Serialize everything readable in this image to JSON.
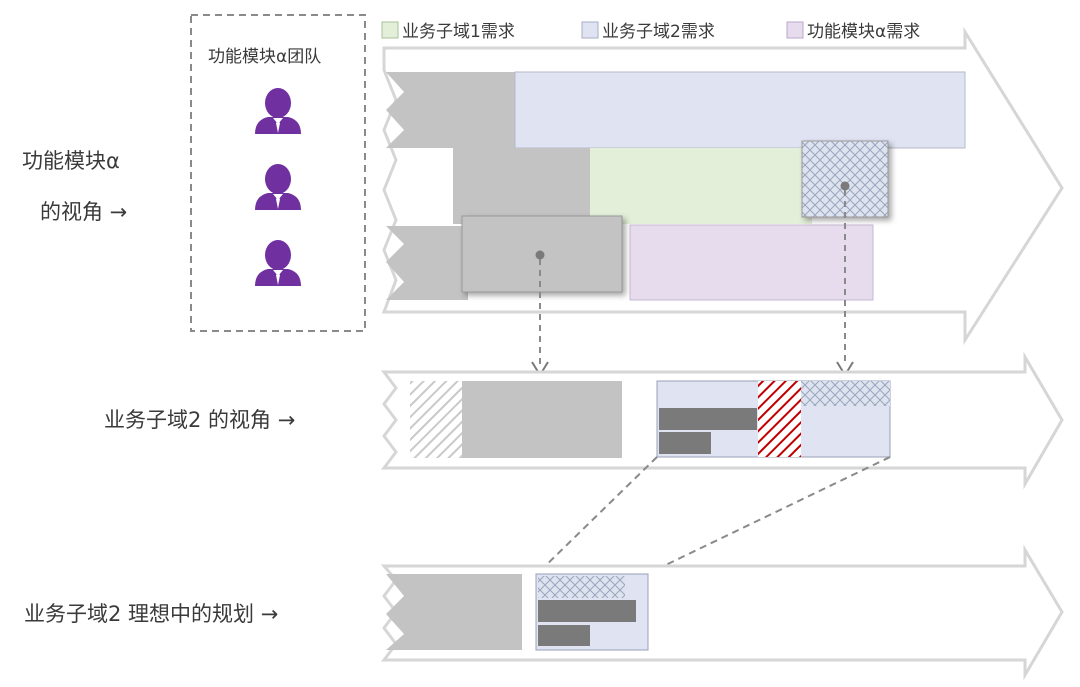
{
  "legend": {
    "domain1": "业务子域1需求",
    "domain2": "业务子域2需求",
    "moduleA": "功能模块α需求"
  },
  "team_box": {
    "title": "功能模块α团队"
  },
  "rows": {
    "module_view_line1": "功能模块α",
    "module_view_line2": "的视角 →",
    "domain2_view": "业务子域2 的视角 →",
    "domain2_ideal": "业务子域2 理想中的规划 →"
  },
  "colors": {
    "domain1": "#e3efd9",
    "domain2": "#dfe3f2",
    "moduleA": "#e6dcee",
    "person": "#7030a0",
    "gray_block": "#c4c3c3",
    "dark_bar": "#7a7a7a",
    "red_hatch": "#c00000"
  },
  "icons": [
    "person-icon",
    "person-icon",
    "person-icon"
  ]
}
